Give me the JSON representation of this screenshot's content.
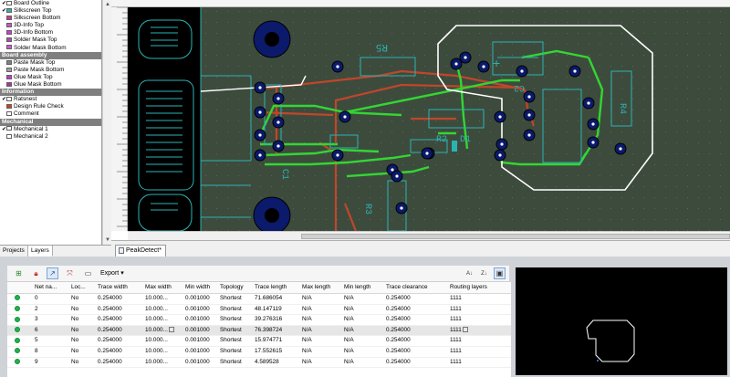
{
  "layers": [
    {
      "label": "Board Outline",
      "checked": true,
      "color": "#ffffff",
      "type": "item"
    },
    {
      "label": "Silkscreen Top",
      "checked": true,
      "color": "#2bb3b3",
      "type": "item"
    },
    {
      "label": "Silkscreen Bottom",
      "checked": false,
      "color": "#cc3b8a",
      "type": "item"
    },
    {
      "label": "3D-Info Top",
      "checked": false,
      "color": "#cc55cc",
      "type": "item"
    },
    {
      "label": "3D-Info Bottom",
      "checked": false,
      "color": "#d03ad0",
      "type": "item"
    },
    {
      "label": "Solder Mask Top",
      "checked": false,
      "color": "#b04ab0",
      "type": "item"
    },
    {
      "label": "Solder Mask Bottom",
      "checked": false,
      "color": "#d94fd9",
      "type": "item"
    },
    {
      "label": "Board assembly",
      "type": "header"
    },
    {
      "label": "Paste Mask Top",
      "checked": false,
      "color": "#808080",
      "type": "item"
    },
    {
      "label": "Paste Mask Bottom",
      "checked": false,
      "color": "#a0a0a0",
      "type": "item"
    },
    {
      "label": "Glue Mask Top",
      "checked": false,
      "color": "#cc33cc",
      "type": "item"
    },
    {
      "label": "Glue Mask Bottom",
      "checked": false,
      "color": "#aa33aa",
      "type": "item"
    },
    {
      "label": "Information",
      "type": "header"
    },
    {
      "label": "Ratsnest",
      "checked": true,
      "color": "#ffffff",
      "type": "item"
    },
    {
      "label": "Design Rule Check",
      "checked": false,
      "color": "#d04020",
      "type": "item"
    },
    {
      "label": "Comment",
      "checked": false,
      "color": "#ffffff",
      "type": "item"
    },
    {
      "label": "Mechanical",
      "type": "header"
    },
    {
      "label": "Mechanical 1",
      "checked": true,
      "color": "#ffffff",
      "type": "item"
    },
    {
      "label": "Mechanical 2",
      "checked": false,
      "color": "#ffffff",
      "type": "item"
    }
  ],
  "panel_tabs": [
    "Projects",
    "Layers"
  ],
  "doc_tab": "PeakDetect",
  "doc_tab_marker": "*",
  "toolbar": {
    "export_label": "Export",
    "export_arrow": "▾"
  },
  "silk_labels": {
    "r_top": "R5",
    "r_mid": "R2",
    "d1": "D1",
    "r4": "R4",
    "c2": "C2",
    "c1": "C1",
    "r3": "R3",
    "plus": "+"
  },
  "grid": {
    "columns": [
      "",
      "Net na...",
      "Loc...",
      "Trace width",
      "Max width",
      "Min width",
      "Topology",
      "Trace length",
      "Max length",
      "Min length",
      "Trace clearance",
      "Routing layers"
    ],
    "rows": [
      [
        "0",
        "No",
        "0.254000",
        "10.000...",
        "0.001000",
        "Shortest",
        "71.686054",
        "N/A",
        "N/A",
        "0.254000",
        "1111"
      ],
      [
        "2",
        "No",
        "0.254000",
        "10.000...",
        "0.001000",
        "Shortest",
        "48.147119",
        "N/A",
        "N/A",
        "0.254000",
        "1111"
      ],
      [
        "3",
        "No",
        "0.254000",
        "10.000...",
        "0.001000",
        "Shortest",
        "39.276316",
        "N/A",
        "N/A",
        "0.254000",
        "1111"
      ],
      [
        "6",
        "No",
        "0.254000",
        "10.000...",
        "0.001000",
        "Shortest",
        "76.398724",
        "N/A",
        "N/A",
        "0.254000",
        "1111"
      ],
      [
        "5",
        "No",
        "0.254000",
        "10.000...",
        "0.001000",
        "Shortest",
        "15.974771",
        "N/A",
        "N/A",
        "0.254000",
        "1111"
      ],
      [
        "8",
        "No",
        "0.254000",
        "10.000...",
        "0.001000",
        "Shortest",
        "17.552615",
        "N/A",
        "N/A",
        "0.254000",
        "1111"
      ],
      [
        "9",
        "No",
        "0.254000",
        "10.000...",
        "0.001000",
        "Shortest",
        "4.589528",
        "N/A",
        "N/A",
        "0.254000",
        "1111"
      ]
    ],
    "selected_row": 3
  },
  "colors": {
    "pcb_bg": "#3d4b3d",
    "left_bg": "#000000",
    "silk": "#2bb3b3",
    "trace_green": "#33d633",
    "trace_red": "#c0462a",
    "board_outline": "#ffffff",
    "pad": "#0b1a6b",
    "status_ok": "#22b14c"
  }
}
